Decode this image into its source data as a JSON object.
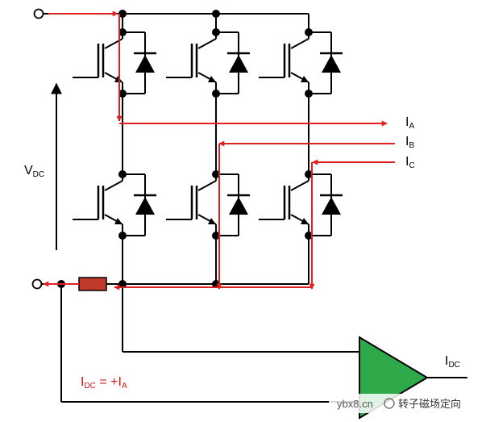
{
  "labels": {
    "vdc_main": "V",
    "vdc_sub": "DC",
    "ia_main": "I",
    "ia_sub": "A",
    "ib_main": "I",
    "ib_sub": "B",
    "ic_main": "I",
    "ic_sub": "C",
    "idc_out_main": "I",
    "idc_out_sub": "DC",
    "eq_lhs_main": "I",
    "eq_lhs_sub": "DC",
    "eq_mid": " = +I",
    "eq_rhs_sub": "A"
  },
  "watermark": {
    "site": "ybx8.cn",
    "account": "转子磁场定向"
  },
  "colors": {
    "wire": "#000000",
    "current_path": "#e02020",
    "shunt_fill": "#c0392b",
    "amplifier_fill": "#2eaa4a",
    "text_red": "#d01818"
  }
}
